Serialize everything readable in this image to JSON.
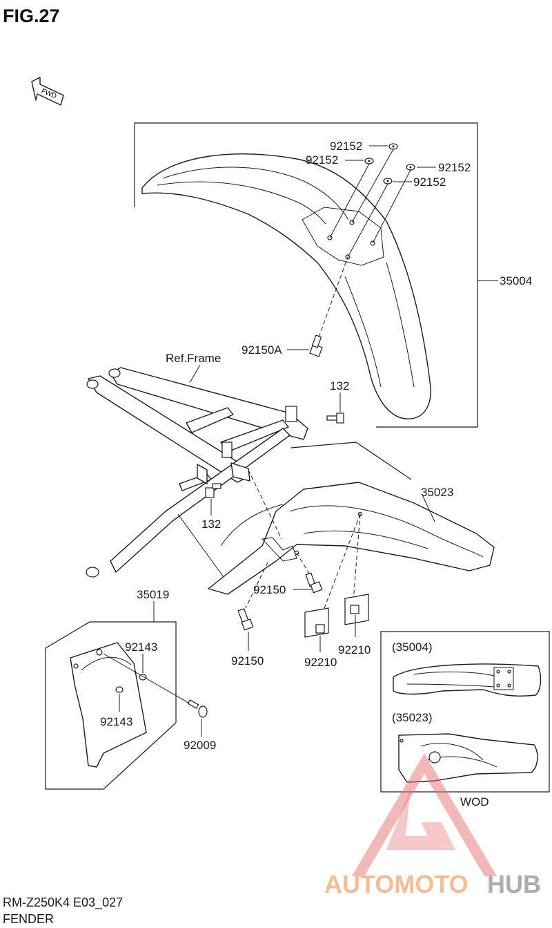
{
  "figure": {
    "title": "FIG.27",
    "direction_label": "FWD"
  },
  "callouts": {
    "washer_a": "92152",
    "washer_b": "92152",
    "washer_c": "92152",
    "washer_d": "92152",
    "front_fender": "35004",
    "front_bolt": "92150A",
    "frame_ref": "Ref.Frame",
    "bolt_132_right": "132",
    "bolt_132_left": "132",
    "rear_fender": "35023",
    "mud_flap": "35019",
    "screw_92143_top": "92143",
    "screw_92143_bottom": "92143",
    "bolt_92150_right": "92150",
    "bolt_92150_lower": "92150",
    "nut_92210_left": "92210",
    "nut_92210_right": "92210",
    "screw_92009": "92009"
  },
  "inset": {
    "front_label": "(35004)",
    "rear_label": "(35023)",
    "variant": "WOD"
  },
  "footer": {
    "model_code": "RM-Z250K4 E03_027",
    "section_name": "FENDER"
  },
  "watermark": {
    "part1": "AUTOMOTO",
    "part2": "HUB",
    "color_primary": "#f4b183",
    "color_secondary": "#9e9e9e",
    "color_triangle": "#e57373"
  }
}
